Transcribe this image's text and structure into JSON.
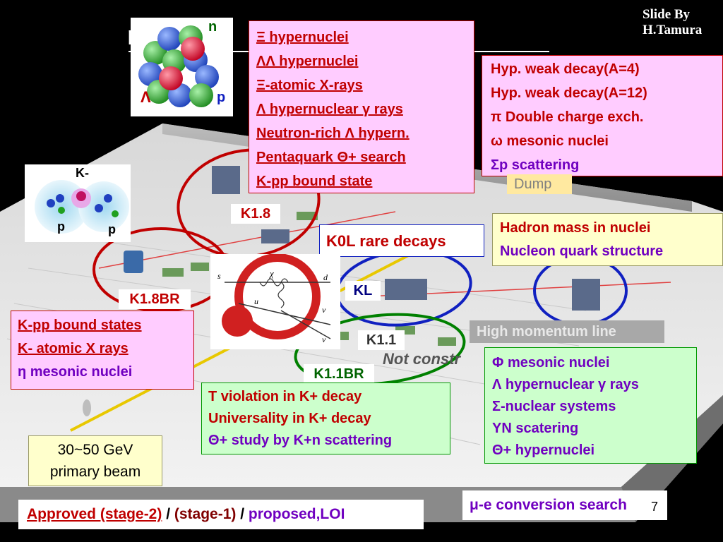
{
  "slide": {
    "title_visible": "m                           n Hall",
    "credit": [
      "Slide By",
      "H.Tamura"
    ],
    "page_number": "7"
  },
  "nucleus_icon": {
    "n": "n",
    "lambda": "Λ",
    "p": "p"
  },
  "kpp_icon": {
    "k": "K-",
    "p1": "p",
    "p2": "p"
  },
  "boxes": {
    "k18_topics": [
      "Ξ hypernuclei",
      "ΛΛ hypernuclei",
      "Ξ-atomic X-rays",
      "Λ hypernuclear γ rays",
      "Neutron-rich Λ hypern.",
      "Pentaquark Θ+ search",
      "K-pp bound state"
    ],
    "weak_decay": [
      "Hyp. weak decay(A=4)",
      "Hyp. weak decay(A=12)",
      "π Double charge exch.",
      "ω mesonic nuclei",
      "Σp scattering"
    ],
    "hadron_mass": [
      "Hadron mass in nuclei",
      "Nucleon quark  structure"
    ],
    "k18br_topics": [
      "K-pp bound states",
      "K- atomic X rays",
      "η mesonic nuclei"
    ],
    "k11_topics": [
      "T violation in K+ decay",
      "Universality in K+ decay",
      "Θ+ study by K+n scattering"
    ],
    "phi_topics": [
      "Φ mesonic nuclei",
      "Λ hypernuclear γ rays",
      "Σ-nuclear systems",
      "YN scatering",
      "Θ+ hypernuclei"
    ],
    "beam": [
      "30~50 GeV",
      "primary beam"
    ],
    "k0l": "K0L rare decays",
    "mue": "μ-e conversion search",
    "dump": "Dump",
    "high_momentum": "High momentum line",
    "not_constr": "Not constr"
  },
  "beamline_labels": {
    "k18": "K1.8",
    "k18br": "K1.8BR",
    "kl": "KL",
    "k11": "K1.1",
    "k11br": "K1.1BR"
  },
  "feynman": {
    "s": "s",
    "chi": "χ",
    "d": "d",
    "u": "u",
    "nu": "ν",
    "nubar": "ν"
  },
  "legend": {
    "approved": "Approved (stage-2)",
    "sep1": " / ",
    "stage1": "(stage-1)",
    "sep2": " / ",
    "proposed": "proposed,LOI"
  }
}
